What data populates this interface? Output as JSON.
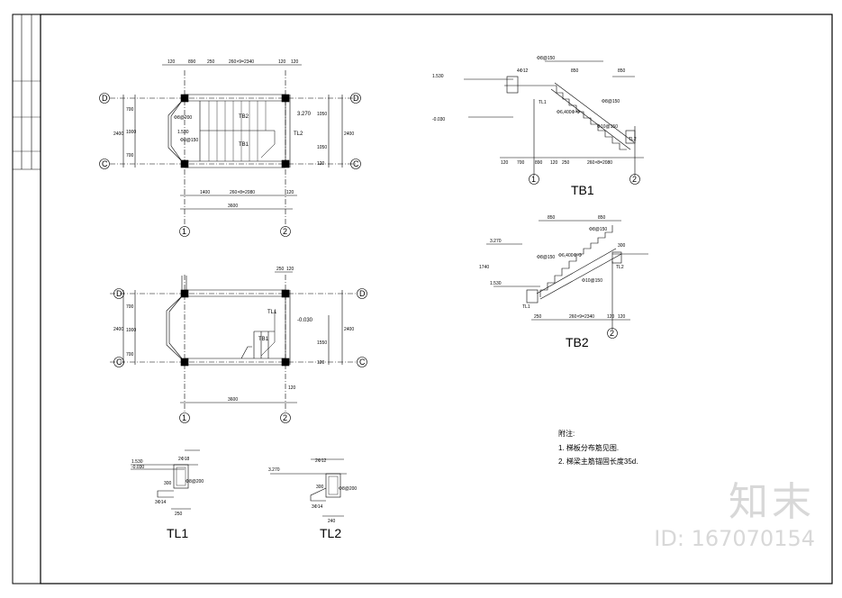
{
  "plans": {
    "top": {
      "axis_top": "D",
      "axis_bottom": "C",
      "axis_left": "1",
      "axis_right": "2",
      "top_dims": [
        "120",
        "890",
        "250",
        "260×9=2340",
        "120",
        "120"
      ],
      "left_dims": [
        "2400",
        "700",
        "1000",
        "700"
      ],
      "right_dims": [
        "2400",
        "1050",
        "1050",
        "120"
      ],
      "bottom_dims": [
        "1400",
        "260×8=2080",
        "120"
      ],
      "overall": "3600",
      "labels": [
        "TB2",
        "TB1",
        "3.270",
        "TL2",
        "1.530",
        "Φ8@200",
        "Φ8@150"
      ]
    },
    "bottom": {
      "axis_top": "D",
      "axis_bottom": "C",
      "axis_left": "1",
      "axis_right": "2",
      "top_dims": [
        "250",
        "120"
      ],
      "left_dims": [
        "2400",
        "700",
        "1000",
        "700"
      ],
      "right_dims": [
        "2400",
        "1550",
        "120"
      ],
      "overall": "3600",
      "below_dim": "120",
      "labels": [
        "TL1",
        "TB1",
        "-0.030"
      ]
    }
  },
  "sections": {
    "tb1": {
      "title": "TB1",
      "axis_left": "1",
      "axis_right": "2",
      "top_labels": [
        "Φ8@150",
        "4Φ12",
        "850",
        "850"
      ],
      "left_levels": [
        "1.530",
        "-0.030"
      ],
      "labels": [
        "TL1",
        "TL2",
        "Φ8@150",
        "Φ10@150",
        "Φ6,400Φ-Φ"
      ],
      "bottom_dims": [
        "120",
        "700",
        "890",
        "120",
        "250",
        "260×8=2080"
      ]
    },
    "tb2": {
      "title": "TB2",
      "axis_right": "2",
      "top_labels": [
        "850",
        "850",
        "Φ8@150"
      ],
      "left_levels": [
        "3.270",
        "1.530"
      ],
      "left_dim": "1740",
      "labels": [
        "Φ8@150",
        "Φ6,400Φ-Φ",
        "Φ10@150",
        "TL1",
        "TL2",
        "300"
      ],
      "bottom_dims": [
        "250",
        "260×9=2340",
        "120",
        "120"
      ]
    }
  },
  "beams": {
    "tl1": {
      "title": "TL1",
      "levels": [
        "1.530",
        "-0.030"
      ],
      "labels": [
        "2Φ18",
        "Φ8@200",
        "3Φ14",
        "300"
      ],
      "width": "250"
    },
    "tl2": {
      "title": "TL2",
      "levels": [
        "3.270"
      ],
      "labels": [
        "2Φ12",
        "Φ8@200",
        "3Φ14",
        "300"
      ],
      "width": "240"
    }
  },
  "notes": {
    "heading": "附注:",
    "items": [
      "1.  梯板分布筋见图.",
      "2.  梯梁主筋锚固长度35d."
    ]
  },
  "watermark": {
    "logo": "知末",
    "id": "ID: 167070154"
  }
}
